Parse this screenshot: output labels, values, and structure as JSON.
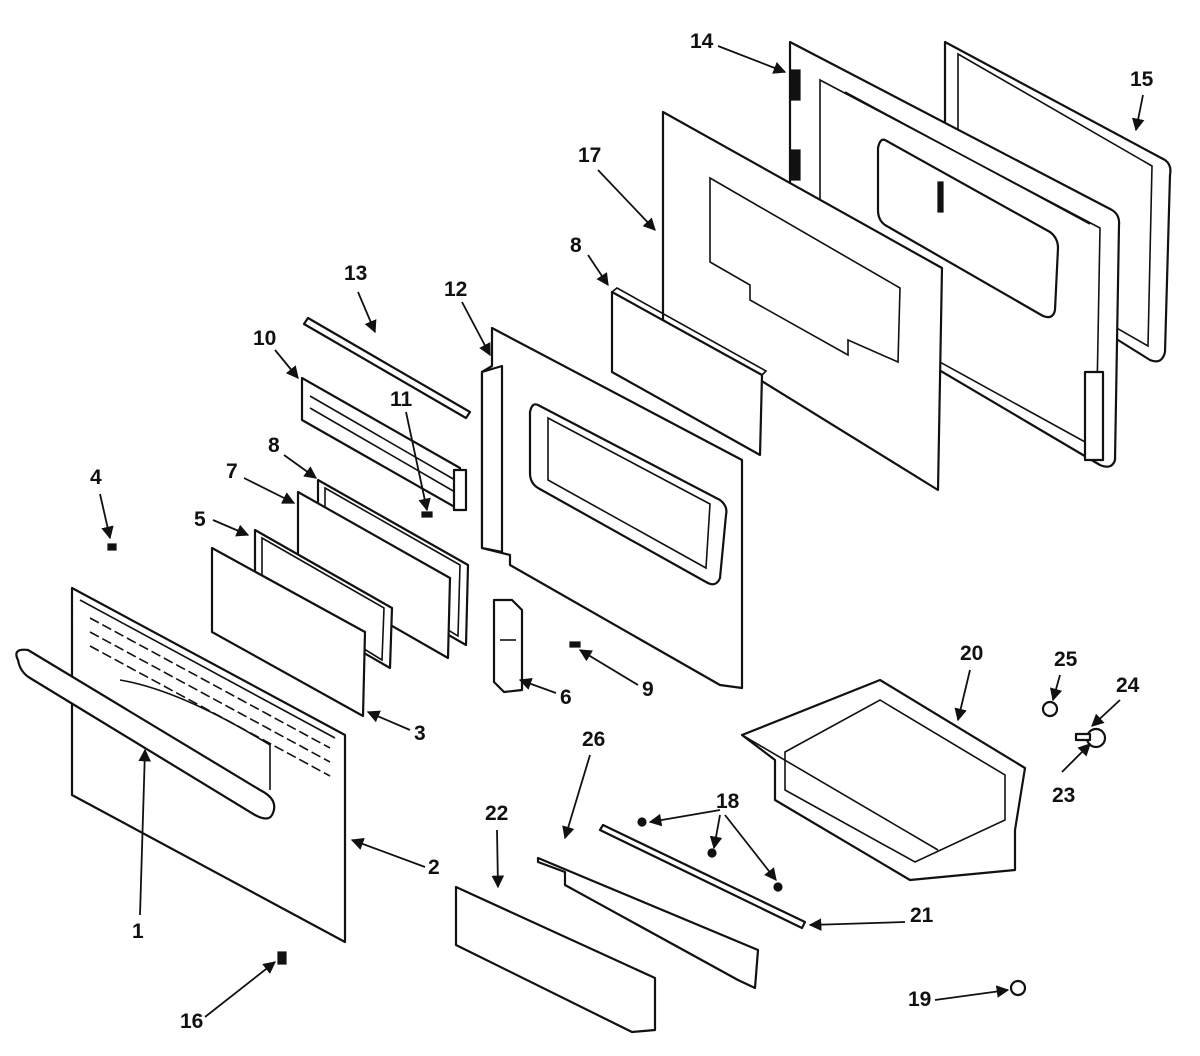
{
  "diagram": {
    "type": "exploded-parts-diagram",
    "callouts": [
      {
        "id": "c1",
        "label": "1"
      },
      {
        "id": "c2",
        "label": "2"
      },
      {
        "id": "c3",
        "label": "3"
      },
      {
        "id": "c4",
        "label": "4"
      },
      {
        "id": "c5",
        "label": "5"
      },
      {
        "id": "c6",
        "label": "6"
      },
      {
        "id": "c7",
        "label": "7"
      },
      {
        "id": "c8a",
        "label": "8"
      },
      {
        "id": "c8b",
        "label": "8"
      },
      {
        "id": "c9",
        "label": "9"
      },
      {
        "id": "c10",
        "label": "10"
      },
      {
        "id": "c11",
        "label": "11"
      },
      {
        "id": "c12",
        "label": "12"
      },
      {
        "id": "c13",
        "label": "13"
      },
      {
        "id": "c14",
        "label": "14"
      },
      {
        "id": "c15",
        "label": "15"
      },
      {
        "id": "c16",
        "label": "16"
      },
      {
        "id": "c17",
        "label": "17"
      },
      {
        "id": "c18",
        "label": "18"
      },
      {
        "id": "c19",
        "label": "19"
      },
      {
        "id": "c20",
        "label": "20"
      },
      {
        "id": "c21",
        "label": "21"
      },
      {
        "id": "c22",
        "label": "22"
      },
      {
        "id": "c23",
        "label": "23"
      },
      {
        "id": "c24",
        "label": "24"
      },
      {
        "id": "c25",
        "label": "25"
      },
      {
        "id": "c26",
        "label": "26"
      }
    ]
  }
}
